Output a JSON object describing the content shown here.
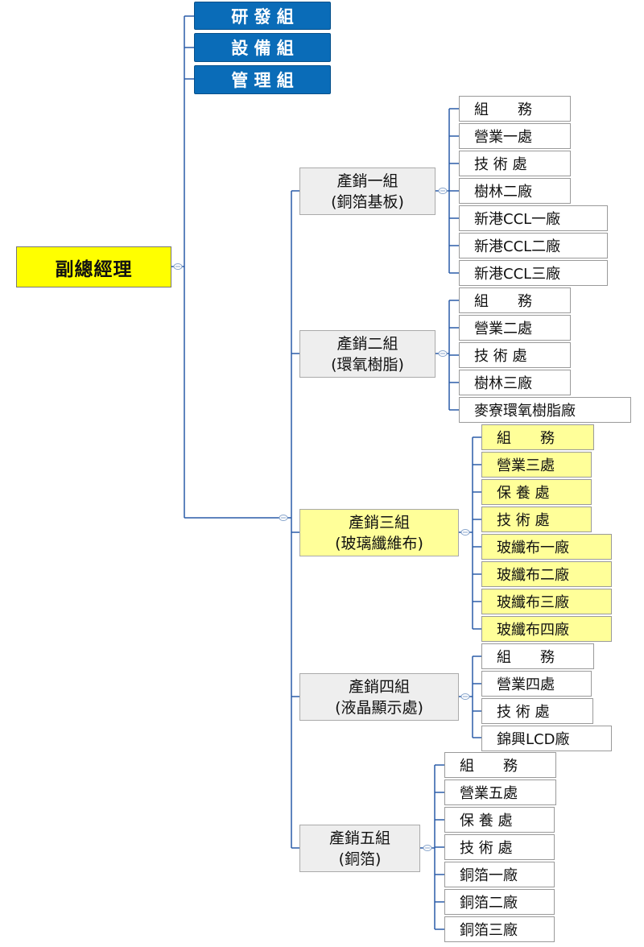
{
  "root": {
    "label": "副總經理"
  },
  "top_units": [
    "研 發 組",
    "設 備 組",
    "管 理 組"
  ],
  "groups": [
    {
      "label": "產銷一組\n(銅箔基板)",
      "children": [
        "組　　務",
        "營業一處",
        "技 術 處",
        "樹林二廠",
        "新港CCL一廠",
        "新港CCL二廠",
        "新港CCL三廠"
      ]
    },
    {
      "label": "產銷二組\n(環氧樹脂)",
      "children": [
        "組　　務",
        "營業二處",
        "技 術 處",
        "樹林三廠",
        "麥寮環氧樹脂廠"
      ]
    },
    {
      "label": "產銷三組\n(玻璃纖維布)",
      "children": [
        "組　　務",
        "營業三處",
        "保 養 處",
        "技 術 處",
        "玻纖布一廠",
        "玻纖布二廠",
        "玻纖布三廠",
        "玻纖布四廠"
      ]
    },
    {
      "label": "產銷四組\n(液晶顯示處)",
      "children": [
        "組　　務",
        "營業四處",
        "技 術 處",
        "錦興LCD廠"
      ]
    },
    {
      "label": "產銷五組\n(銅箔)",
      "children": [
        "組　　務",
        "營業五處",
        "保 養 處",
        "技 術 處",
        "銅箔一廠",
        "銅箔二廠",
        "銅箔三廠"
      ]
    }
  ],
  "colors": {
    "line": "#2a5ca8",
    "root_fill": "#ffff00",
    "blue_fill": "#0a6cb8",
    "highlight": "#ffff99"
  }
}
